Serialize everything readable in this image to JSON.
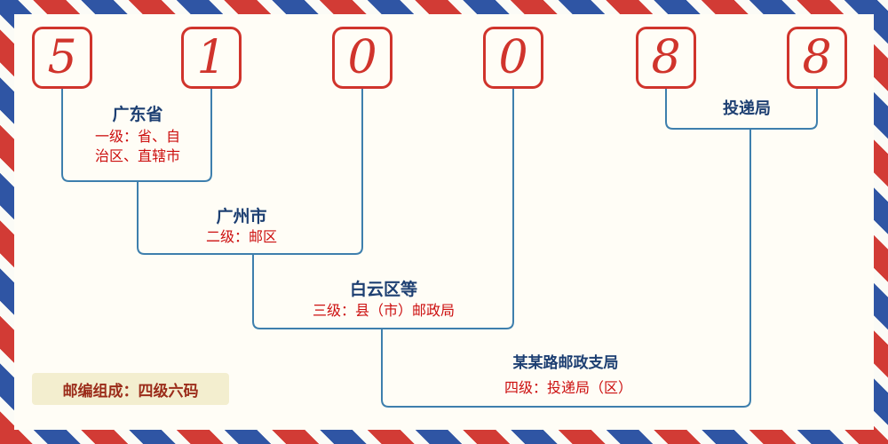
{
  "postal_code": {
    "digits": [
      "5",
      "1",
      "0",
      "0",
      "8",
      "8"
    ]
  },
  "levels": [
    {
      "name": "广东省",
      "desc": "一级：省、自治区、直辖市"
    },
    {
      "name": "广州市",
      "desc": "二级：邮区"
    },
    {
      "name": "白云区等",
      "desc": "三级：县（市）邮政局"
    },
    {
      "name": "某某路邮政支局",
      "desc": "四级：投递局（区）"
    },
    {
      "name": "投递局",
      "desc": ""
    }
  ],
  "footer": {
    "composition_note": "邮编组成：四级六码"
  },
  "colors": {
    "digit_red": "#d0342c",
    "connector_blue": "#3e7fad",
    "title_navy": "#1d3f72",
    "desc_red": "#cc0f0f",
    "stripe_red": "#d23b35",
    "stripe_blue": "#2f55a4",
    "badge_bg": "#f3eecf",
    "badge_text": "#9b2c1a"
  }
}
